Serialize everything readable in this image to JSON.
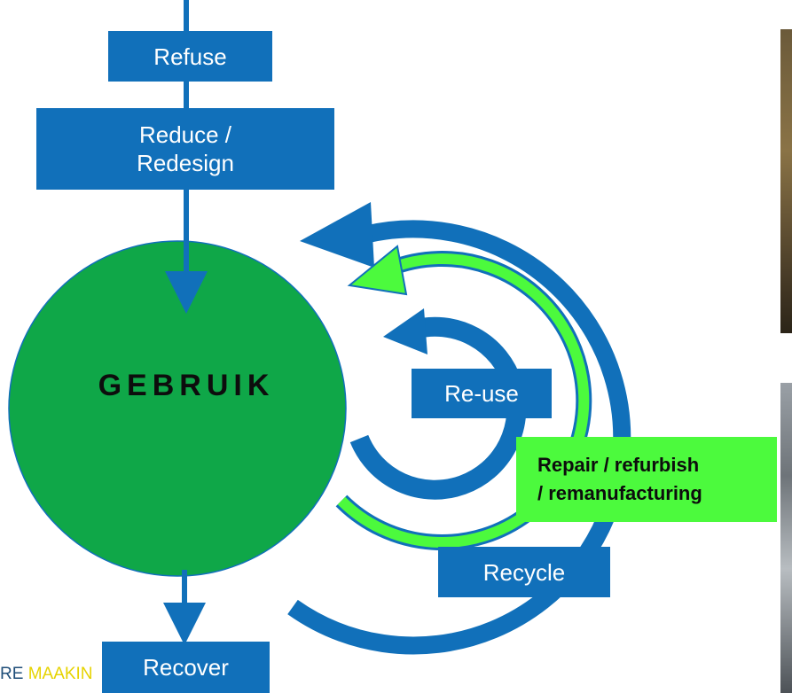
{
  "diagram": {
    "refuse": "Refuse",
    "reduce_line1": "Reduce /",
    "reduce_line2": "Redesign",
    "center": "GEBRUIK",
    "reuse": "Re-use",
    "repair_line1": "Repair / refurbish",
    "repair_line2": "/ remanufacturing",
    "recycle": "Recycle",
    "recover": "Recover"
  },
  "footer": {
    "text_a": "RE ",
    "text_b": "MAAKIN"
  },
  "colors": {
    "blue": "#1170ba",
    "green_circle": "#0fa748",
    "light_green": "#4cfa3d",
    "footer_yellow": "#e6d300"
  }
}
